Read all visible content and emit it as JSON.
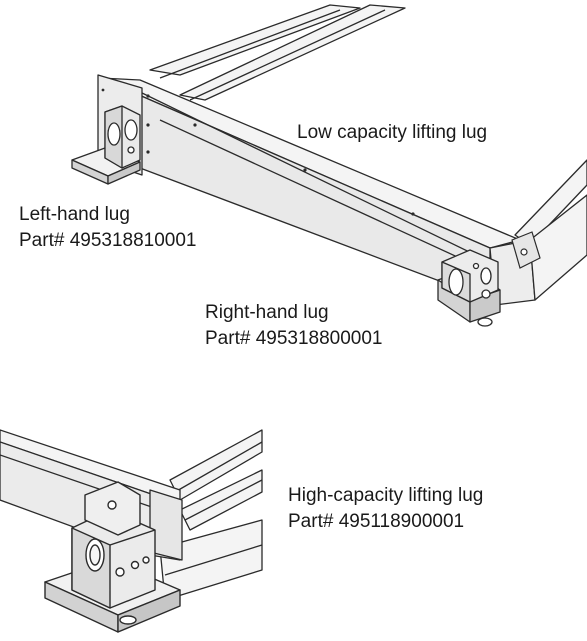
{
  "labels": {
    "low_capacity": {
      "title": "Low capacity lifting lug"
    },
    "left_hand": {
      "title": "Left-hand lug",
      "part": "Part# 495318810001"
    },
    "right_hand": {
      "title": "Right-hand lug",
      "part": "Part# 495318800001"
    },
    "high_capacity": {
      "title": "High-capacity lifting lug",
      "part": "Part# 495118900001"
    }
  },
  "colors": {
    "text": "#1a1a1a",
    "line": "#2b2b2b",
    "metal_light": "#f4f4f4",
    "metal_mid": "#e2e2e2",
    "metal_dark": "#c9c9c9"
  }
}
